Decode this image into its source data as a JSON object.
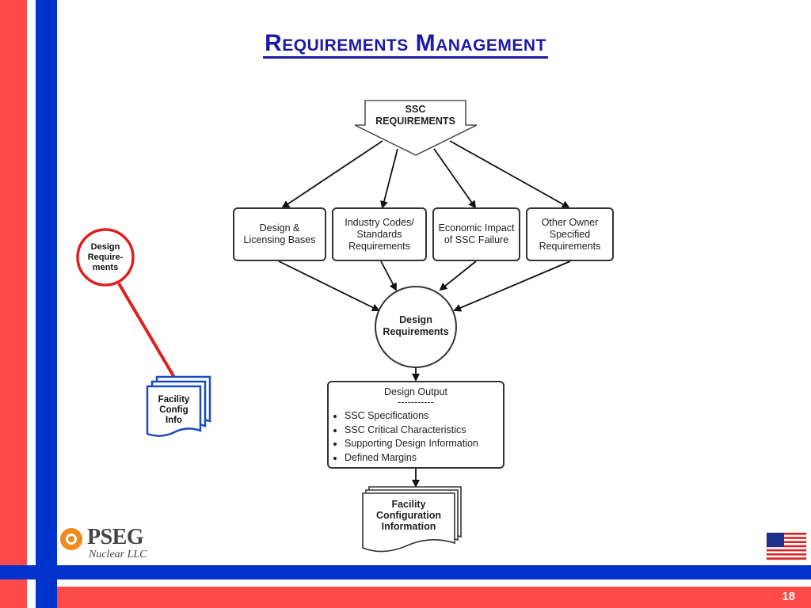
{
  "title": "Requirements Management",
  "top_node": {
    "line1": "SSC",
    "line2": "REQUIREMENTS"
  },
  "categories": [
    {
      "line1": "Design &",
      "line2": "Licensing Bases",
      "line3": ""
    },
    {
      "line1": "Industry Codes/",
      "line2": "Standards",
      "line3": "Requirements"
    },
    {
      "line1": "Economic Impact",
      "line2": "of SSC Failure",
      "line3": ""
    },
    {
      "line1": "Other Owner",
      "line2": "Specified",
      "line3": "Requirements"
    }
  ],
  "design_requirements": {
    "line1": "Design",
    "line2": "Requirements"
  },
  "design_output": {
    "title": "Design Output",
    "divider": "-----------",
    "items": [
      "SSC Specifications",
      "SSC Critical Characteristics",
      "Supporting Design Information",
      "Defined Margins"
    ]
  },
  "facility_config": {
    "line1": "Facility",
    "line2": "Configuration",
    "line3": "Information"
  },
  "side_circle": {
    "line1": "Design",
    "line2": "Require-",
    "line3": "ments"
  },
  "side_doc": {
    "line1": "Facility",
    "line2": "Config",
    "line3": "Info"
  },
  "logo": {
    "name": "PSEG",
    "sub": "Nuclear LLC"
  },
  "page_number": "18",
  "colors": {
    "red": "#ff4a4a",
    "blue": "#0033cc",
    "title_blue": "#1a1aa8",
    "circle_red": "#e02020"
  }
}
